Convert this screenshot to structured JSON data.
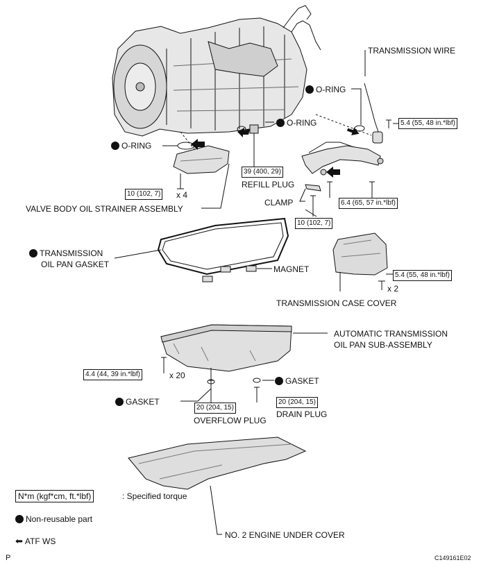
{
  "labels": {
    "transmission_wire": "TRANSMISSION WIRE",
    "o_ring_1": "O-RING",
    "o_ring_2": "O-RING",
    "o_ring_3": "O-RING",
    "refill_plug": "REFILL PLUG",
    "clamp": "CLAMP",
    "valve_body_strainer": "VALVE BODY OIL STRAINER ASSEMBLY",
    "oil_pan_gasket_line1": "TRANSMISSION",
    "oil_pan_gasket_line2": "OIL PAN GASKET",
    "magnet": "MAGNET",
    "case_cover": "TRANSMISSION CASE COVER",
    "oil_pan_line1": "AUTOMATIC TRANSMISSION",
    "oil_pan_line2": "OIL PAN SUB-ASSEMBLY",
    "gasket_right": "GASKET",
    "gasket_left": "GASKET",
    "overflow_plug": "OVERFLOW PLUG",
    "drain_plug": "DRAIN PLUG",
    "under_cover": "NO. 2 ENGINE UNDER COVER"
  },
  "torques": {
    "wire_bolt": "5.4 (55, 48 in.*lbf)",
    "refill_plug": "39 (400, 29)",
    "strainer_bolts": "10 (102, 7)",
    "strainer_qty": "x 4",
    "bracket_bolt": "6.4 (65, 57 in.*lbf)",
    "clamp_bolt": "10 (102, 7)",
    "cover_bolts": "5.4 (55, 48 in.*lbf)",
    "cover_qty": "x 2",
    "pan_bolts": "4.4 (44, 39 in.*lbf)",
    "pan_qty": "x 20",
    "overflow_plug": "20 (204, 15)",
    "drain_plug": "20 (204, 15)"
  },
  "legend": {
    "torque_unit": "N*m (kgf*cm, ft.*lbf)",
    "torque_desc": ": Specified torque",
    "nonreusable": "Non-reusable part",
    "atf": "ATF WS"
  },
  "footer": {
    "page_letter": "P",
    "figure_code": "C149161E02"
  },
  "icons": {
    "nonreusable_marker": "filled-circle-icon",
    "atf_marker": "left-arrow-icon"
  }
}
